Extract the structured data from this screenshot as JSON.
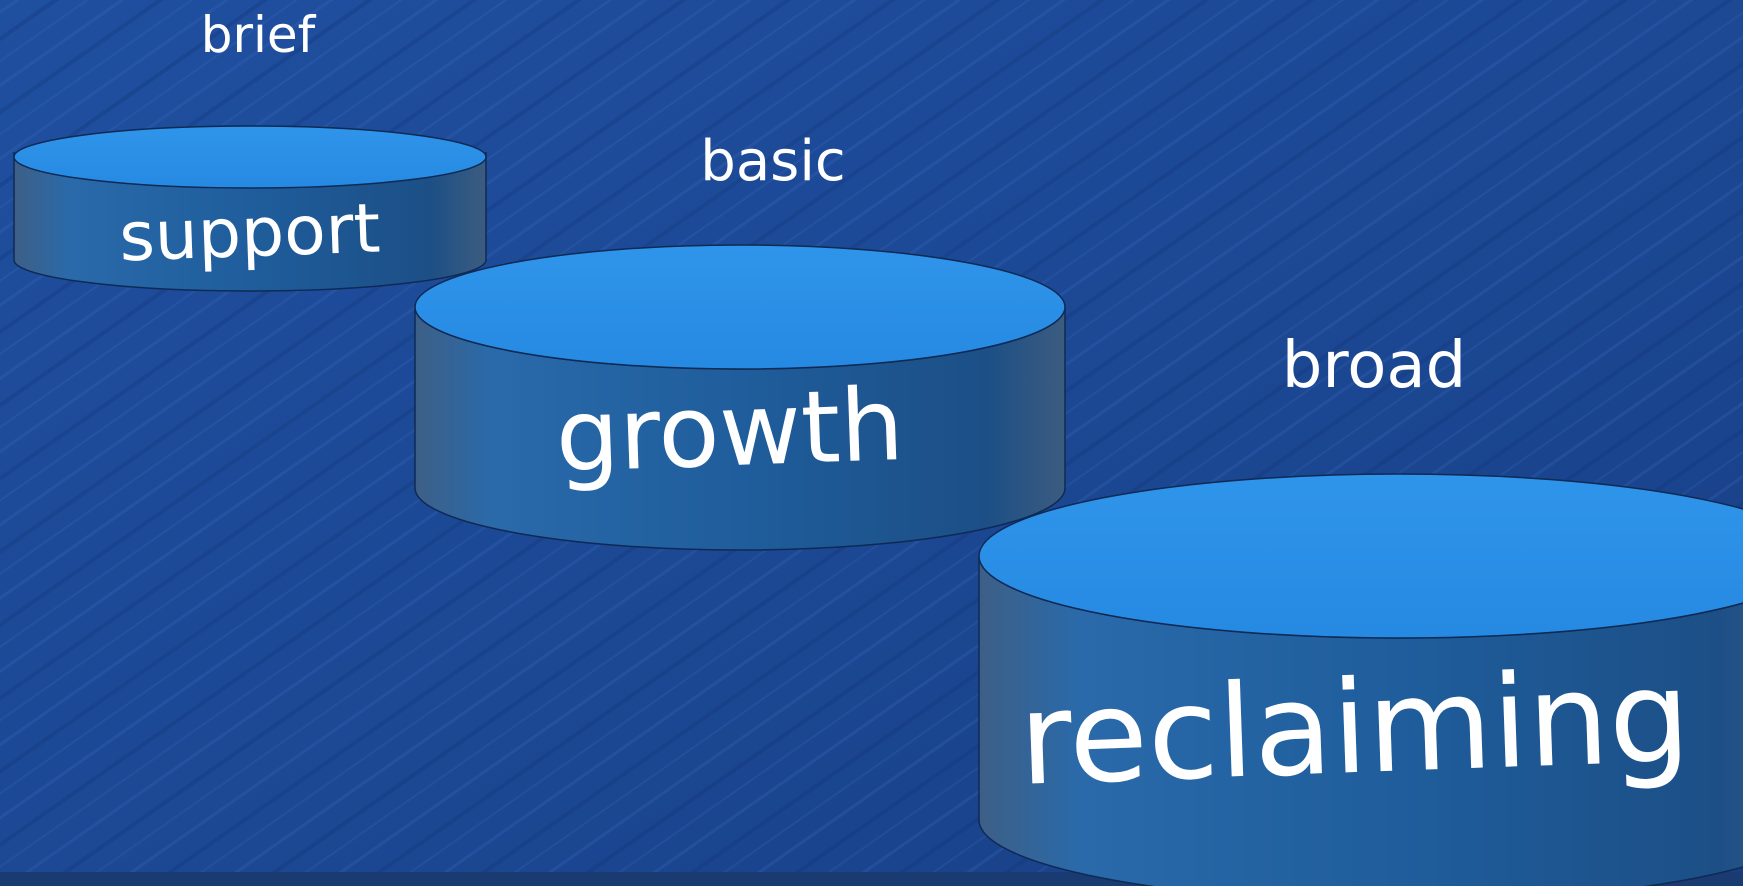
{
  "steps": [
    {
      "caption": "brief",
      "label": "support"
    },
    {
      "caption": "basic",
      "label": "growth"
    },
    {
      "caption": "broad",
      "label": "reclaiming"
    }
  ],
  "colors": {
    "background": "#1d4a98",
    "disk_top": "#2b8ee6",
    "disk_side": "#225f9e",
    "text": "#ffffff"
  }
}
